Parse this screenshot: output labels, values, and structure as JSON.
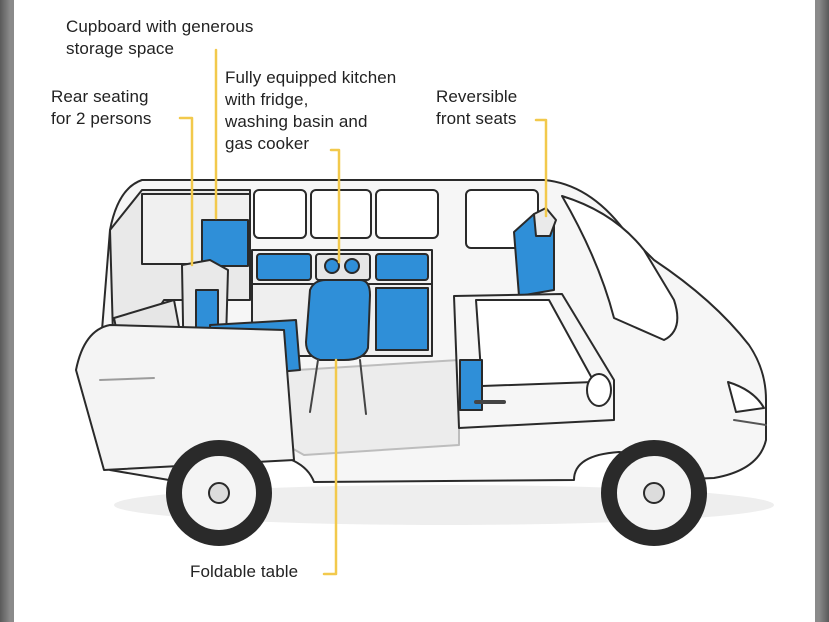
{
  "labels": {
    "cupboard": "Cupboard with generous\nstorage space",
    "kitchen": "Fully equipped kitchen\nwith fridge,\nwashing basin and\ngas cooker",
    "rear_seating": "Rear seating\nfor 2 persons",
    "front_seats": "Reversible\nfront seats",
    "table": "Foldable table"
  },
  "colors": {
    "accent_blue": "#2f8fd8",
    "leader_yellow": "#f2c94c",
    "outline": "#2a2a2a",
    "body_fill": "#f4f4f4"
  }
}
